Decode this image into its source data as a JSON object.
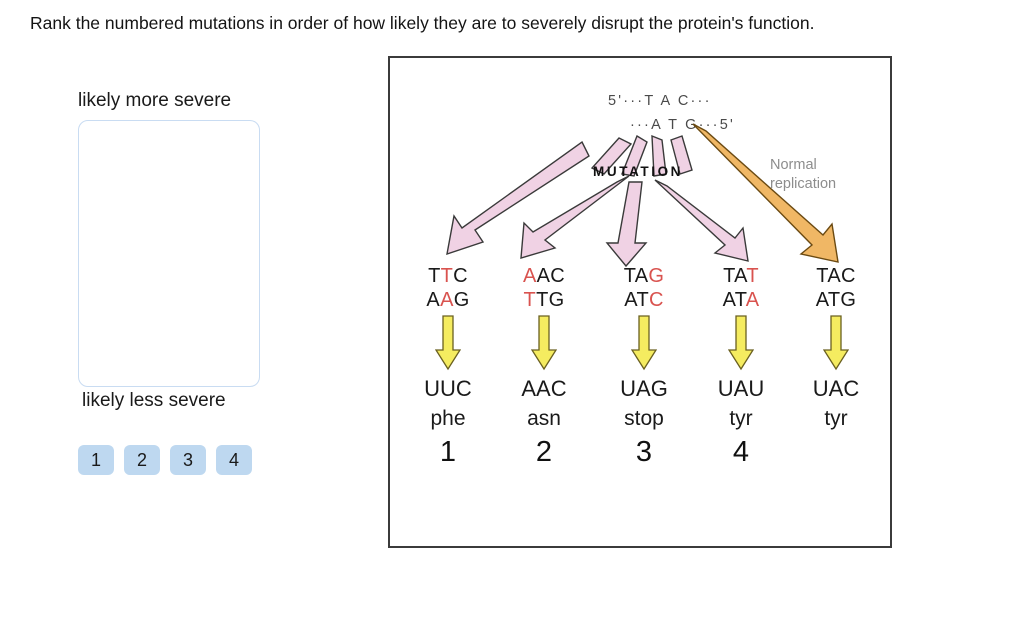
{
  "prompt": "Rank the numbered mutations in order of how likely they are to severely disrupt the protein's function.",
  "rank_panel": {
    "label_more": "likely more severe",
    "label_less": "likely less severe",
    "dropzone_placeholder": "",
    "tiles": [
      "1",
      "2",
      "3",
      "4"
    ],
    "tile_color": "#bed8f0",
    "dropzone_border_color": "#c9dcf2"
  },
  "diagram": {
    "strand_top": "5'···T A C···",
    "strand_bottom": "···A T G···5'",
    "mutation_label": "MUTATION",
    "normal_label_line1": "Normal",
    "normal_label_line2": "replication",
    "mutation_arrow_color": "#f0d2e4",
    "normal_arrow_color": "#f0b765",
    "transcription_arrow_color": "#f5ec60",
    "mutated_base_color": "#d9534f",
    "columns": [
      {
        "dna_top": [
          {
            "t": "T",
            "m": false
          },
          {
            "t": "T",
            "m": true
          },
          {
            "t": "C",
            "m": false
          }
        ],
        "dna_bottom": [
          {
            "t": "A",
            "m": false
          },
          {
            "t": "A",
            "m": true
          },
          {
            "t": "G",
            "m": false
          }
        ],
        "rna": "UUC",
        "amino_acid": "phe",
        "number": "1"
      },
      {
        "dna_top": [
          {
            "t": "A",
            "m": true
          },
          {
            "t": "A",
            "m": false
          },
          {
            "t": "C",
            "m": false
          }
        ],
        "dna_bottom": [
          {
            "t": "T",
            "m": true
          },
          {
            "t": "T",
            "m": false
          },
          {
            "t": "G",
            "m": false
          }
        ],
        "rna": "AAC",
        "amino_acid": "asn",
        "number": "2"
      },
      {
        "dna_top": [
          {
            "t": "T",
            "m": false
          },
          {
            "t": "A",
            "m": false
          },
          {
            "t": "G",
            "m": true
          }
        ],
        "dna_bottom": [
          {
            "t": "A",
            "m": false
          },
          {
            "t": "T",
            "m": false
          },
          {
            "t": "C",
            "m": true
          }
        ],
        "rna": "UAG",
        "amino_acid": "stop",
        "number": "3"
      },
      {
        "dna_top": [
          {
            "t": "T",
            "m": false
          },
          {
            "t": "A",
            "m": false
          },
          {
            "t": "T",
            "m": true
          }
        ],
        "dna_bottom": [
          {
            "t": "A",
            "m": false
          },
          {
            "t": "T",
            "m": false
          },
          {
            "t": "A",
            "m": true
          }
        ],
        "rna": "UAU",
        "amino_acid": "tyr",
        "number": "4"
      },
      {
        "dna_top": [
          {
            "t": "T",
            "m": false
          },
          {
            "t": "A",
            "m": false
          },
          {
            "t": "C",
            "m": false
          }
        ],
        "dna_bottom": [
          {
            "t": "A",
            "m": false
          },
          {
            "t": "T",
            "m": false
          },
          {
            "t": "G",
            "m": false
          }
        ],
        "rna": "UAC",
        "amino_acid": "tyr",
        "number": ""
      }
    ]
  }
}
